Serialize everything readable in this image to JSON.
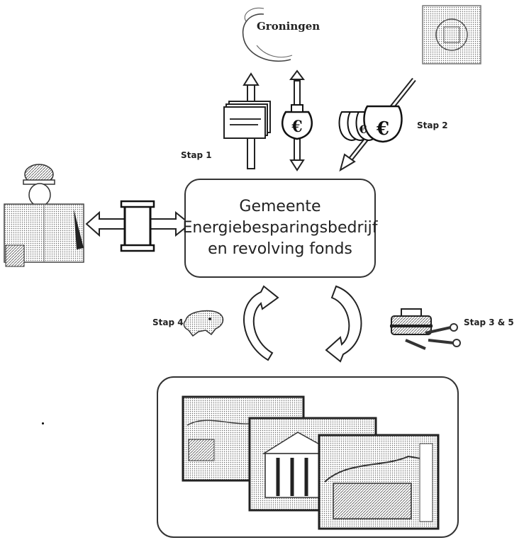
{
  "logo": {
    "text": "Groningen"
  },
  "center_box": {
    "line1": "Gemeente",
    "line2": "Energiebesparingsbedrijf",
    "line3": "en revolving fonds"
  },
  "steps": {
    "stap1": "Stap 1",
    "stap2": "Stap 2",
    "stap35": "Stap 3 & 5",
    "stap4": "Stap 4"
  },
  "icons": {
    "seal": "seal-icon",
    "sign": "signpost-icon",
    "money_bag": "euro-bag-icon",
    "money_bags": "euro-bags-icon",
    "worker": "worker-with-plans-icon",
    "document": "document-icon",
    "piggy": "piggy-bank-icon",
    "toolbox": "toolbox-icon",
    "houses": "house-drawings-icon"
  }
}
